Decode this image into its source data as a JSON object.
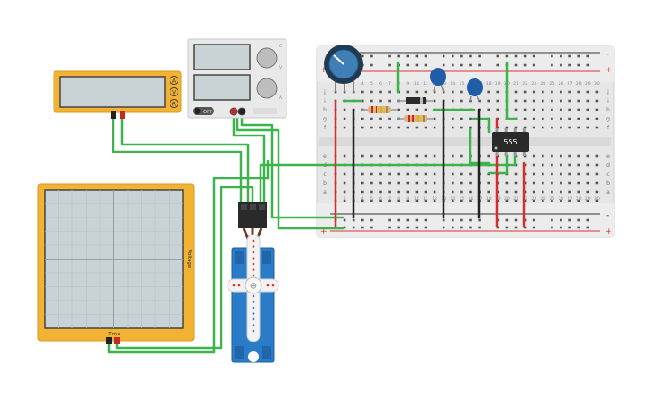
{
  "multimeter": {
    "modes": [
      "A",
      "V",
      "R"
    ]
  },
  "power_supply": {
    "off_label": "OFF",
    "knob_labels": [
      "C",
      "V",
      "A"
    ]
  },
  "oscilloscope": {
    "x_label": "Time",
    "y_label": "Voltage"
  },
  "chip": {
    "label": "555"
  },
  "breadboard": {
    "row_letters_top": [
      "j",
      "i",
      "h",
      "g",
      "f"
    ],
    "row_letters_bottom": [
      "e",
      "d",
      "c",
      "b",
      "a"
    ],
    "column_numbers": [
      "1",
      "2",
      "3",
      "4",
      "5",
      "6",
      "7",
      "8",
      "9",
      "10",
      "11",
      "12",
      "13",
      "14",
      "15",
      "16",
      "17",
      "18",
      "19",
      "20",
      "21",
      "22",
      "23",
      "24",
      "25",
      "26",
      "27",
      "28",
      "29",
      "30"
    ],
    "rail_plus": "+",
    "rail_minus": "-"
  },
  "colors": {
    "wire_green": "#3cb44b",
    "wire_red": "#d32f2f",
    "wire_black": "#222222",
    "instrument_yellow": "#f2b233",
    "servo_blue": "#2b7cc8",
    "board": "#e8e8e8"
  }
}
